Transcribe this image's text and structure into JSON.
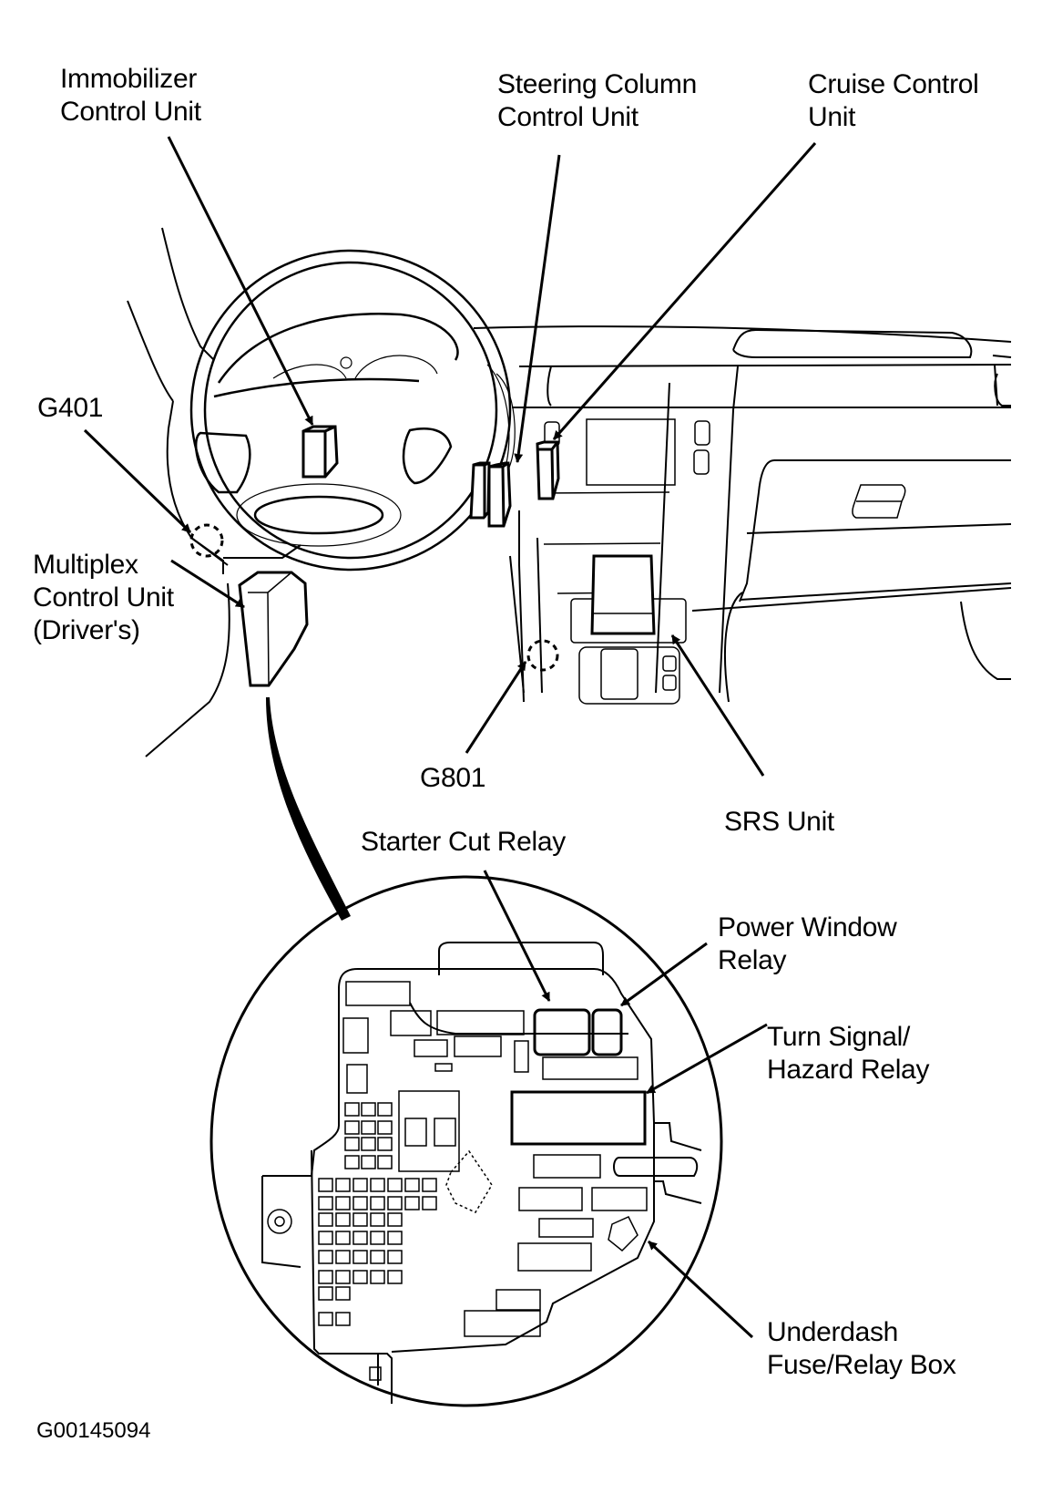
{
  "diagram": {
    "title": "",
    "figure_id": "G00145094",
    "labels": {
      "immobilizer": [
        "Immobilizer",
        "Control Unit"
      ],
      "steering_column": [
        "Steering Column",
        "Control Unit"
      ],
      "cruise_control": [
        "Cruise Control",
        "Unit"
      ],
      "g401": [
        "G401"
      ],
      "multiplex": [
        "Multiplex",
        "Control Unit",
        "(Driver's)"
      ],
      "g801": [
        "G801"
      ],
      "srs": [
        "SRS Unit"
      ],
      "starter_cut": [
        "Starter Cut Relay"
      ],
      "power_window": [
        "Power Window",
        "Relay"
      ],
      "turn_signal": [
        "Turn Signal/",
        "Hazard Relay"
      ],
      "underdash": [
        "Underdash",
        "Fuse/Relay Box"
      ]
    },
    "colors": {
      "line": "#000000",
      "background": "#ffffff"
    }
  }
}
